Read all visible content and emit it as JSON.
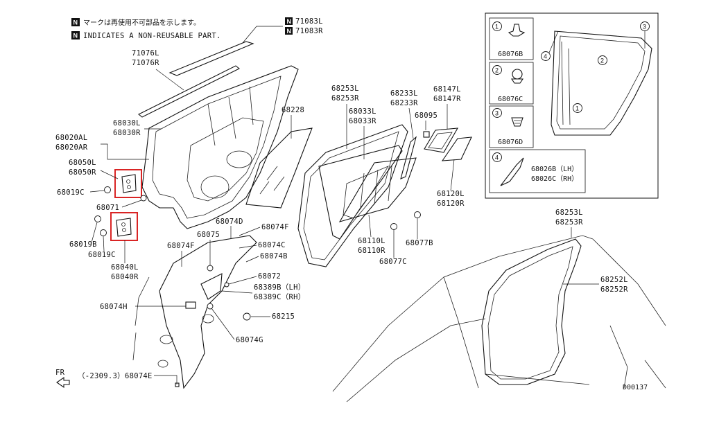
{
  "legend": {
    "n_symbol": "N",
    "jp_note": "マークは再使用不可部品を示します。",
    "en_note": "INDICATES A NON-REUSABLE PART."
  },
  "parts": {
    "p71083": [
      "71083L",
      "71083R"
    ],
    "p71076": [
      "71076L",
      "71076R"
    ],
    "p68030": [
      "68030L",
      "68030R"
    ],
    "p68020": [
      "68020AL",
      "68020AR"
    ],
    "p68050": [
      "68050L",
      "68050R"
    ],
    "p68019c_a": "68019C",
    "p68071": "68071",
    "p68019b": "68019B",
    "p68019c_b": "68019C",
    "p68040": [
      "68040L",
      "68040R"
    ],
    "p68228": "68228",
    "p68253_top": [
      "68253L",
      "68253R"
    ],
    "p68033": [
      "68033L",
      "68033R"
    ],
    "p68233": [
      "68233L",
      "68233R"
    ],
    "p68147": [
      "68147L",
      "68147R"
    ],
    "p68095": "68095",
    "p68120": [
      "68120L",
      "68120R"
    ],
    "p68074d": "68074D",
    "p68074f_a": "68074F",
    "p68075": "68075",
    "p68074c": "68074C",
    "p68074f_b": "68074F",
    "p68074b": "68074B",
    "p68072": "68072",
    "p68389": [
      "68389B（LH）",
      "68389C（RH）"
    ],
    "p68074h": "68074H",
    "p68215": "68215",
    "p68074g": "68074G",
    "p68110": [
      "68110L",
      "68110R"
    ],
    "p68077b": "68077B",
    "p68077c": "68077C",
    "p68253_bot": [
      "68253L",
      "68253R"
    ],
    "p68252": [
      "68252L",
      "68252R"
    ],
    "ref": "（-2309.3）68074E",
    "fr": "FR"
  },
  "inset": {
    "items": [
      {
        "num": "1",
        "label": "68076B"
      },
      {
        "num": "2",
        "label": "68076C"
      },
      {
        "num": "3",
        "label": "68076D"
      },
      {
        "num": "4",
        "label": [
          "68026B（LH）",
          "68026C（RH）"
        ]
      }
    ],
    "callouts": [
      "1",
      "2",
      "3",
      "4"
    ]
  },
  "diagram_id": "D00137"
}
